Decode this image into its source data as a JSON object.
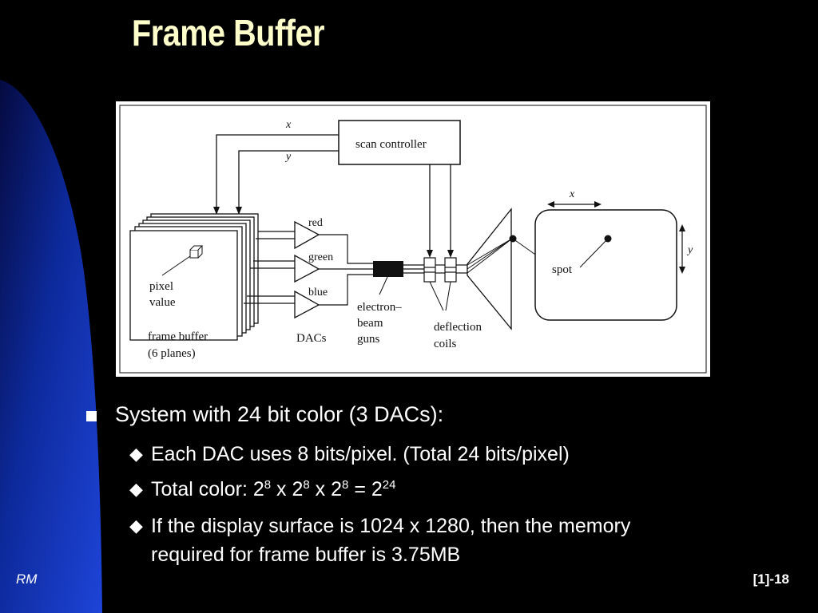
{
  "title": "Frame Buffer",
  "diagram": {
    "labels": {
      "x_top": "x",
      "y_top": "y",
      "scan_controller": "scan controller",
      "red": "red",
      "green": "green",
      "blue": "blue",
      "pixel": "pixel",
      "value": "value",
      "frame_buffer": "frame buffer",
      "planes": "(6 planes)",
      "dacs": "DACs",
      "electron": "electron–",
      "beam": "beam",
      "guns": "guns",
      "deflection": "deflection",
      "coils": "coils",
      "screen_x": "x",
      "screen_y": "y",
      "spot": "spot"
    }
  },
  "bullets": {
    "main": "System with 24 bit color (3 DACs):",
    "sub1": "Each DAC uses 8 bits/pixel. (Total 24 bits/pixel)",
    "sub2": {
      "prefix": "Total color: 2",
      "e1": "8",
      "m1": " x 2",
      "e2": "8",
      "m2": " x 2",
      "e3": "8",
      "m3": " = 2",
      "e4": "24"
    },
    "sub3_line1": "If the display surface is 1024 x 1280, then the memory",
    "sub3_line2": "required for frame buffer is 3.75MB",
    "diamond": "◆"
  },
  "footer": {
    "left": "RM",
    "right": "[1]-18"
  },
  "colors": {
    "background": "#000000",
    "title": "#ffffcc",
    "curve": "#1d3fd1"
  }
}
